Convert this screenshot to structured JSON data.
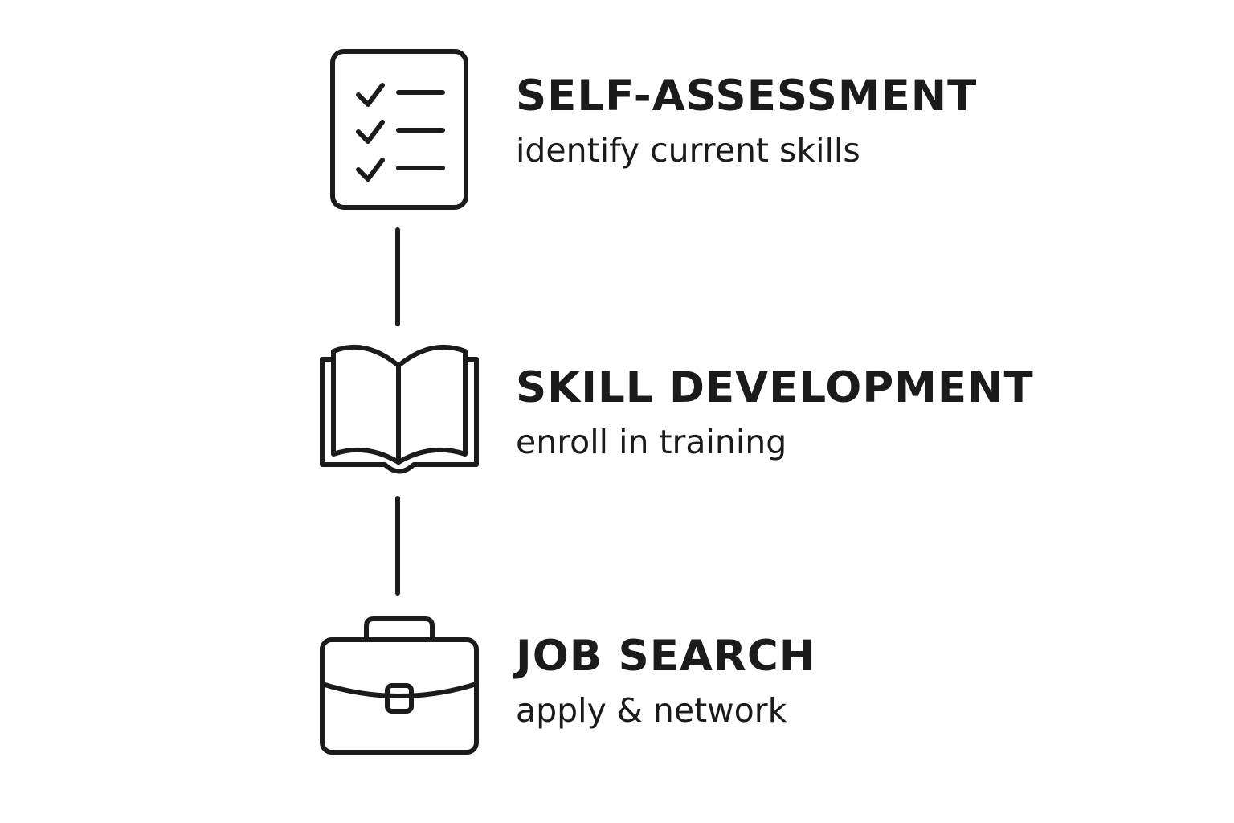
{
  "colors": {
    "ink": "#1b1b1b",
    "background": "#ffffff"
  },
  "steps": [
    {
      "icon": "checklist-icon",
      "title": "SELF-ASSESSMENT",
      "subtitle": "identify current skills"
    },
    {
      "icon": "open-book-icon",
      "title": "SKILL DEVELOPMENT",
      "subtitle": "enroll in training"
    },
    {
      "icon": "briefcase-icon",
      "title": "JOB SEARCH",
      "subtitle": "apply & network"
    }
  ]
}
